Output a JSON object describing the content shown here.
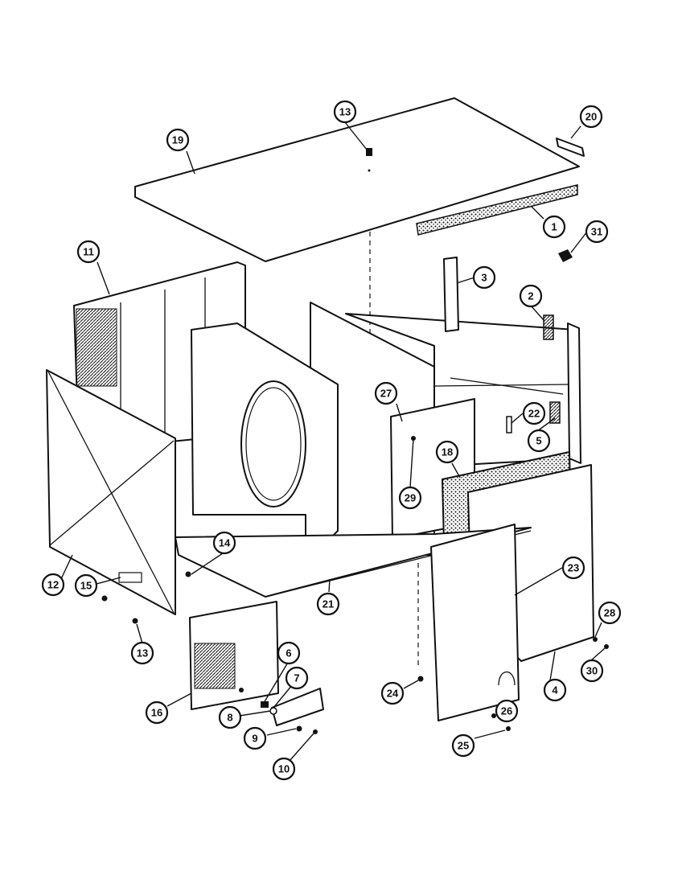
{
  "diagram": {
    "type": "exploded-parts-view",
    "callouts": [
      {
        "id": "c1",
        "label": "1"
      },
      {
        "id": "c2",
        "label": "2"
      },
      {
        "id": "c3",
        "label": "3"
      },
      {
        "id": "c4",
        "label": "4"
      },
      {
        "id": "c5",
        "label": "5"
      },
      {
        "id": "c6",
        "label": "6"
      },
      {
        "id": "c7",
        "label": "7"
      },
      {
        "id": "c8",
        "label": "8"
      },
      {
        "id": "c9",
        "label": "9"
      },
      {
        "id": "c10",
        "label": "10"
      },
      {
        "id": "c11",
        "label": "11"
      },
      {
        "id": "c12",
        "label": "12"
      },
      {
        "id": "c13a",
        "label": "13"
      },
      {
        "id": "c13b",
        "label": "13"
      },
      {
        "id": "c14",
        "label": "14"
      },
      {
        "id": "c15",
        "label": "15"
      },
      {
        "id": "c16",
        "label": "16"
      },
      {
        "id": "c18",
        "label": "18"
      },
      {
        "id": "c19",
        "label": "19"
      },
      {
        "id": "c20",
        "label": "20"
      },
      {
        "id": "c21",
        "label": "21"
      },
      {
        "id": "c22",
        "label": "22"
      },
      {
        "id": "c23",
        "label": "23"
      },
      {
        "id": "c24",
        "label": "24"
      },
      {
        "id": "c25",
        "label": "25"
      },
      {
        "id": "c26",
        "label": "26"
      },
      {
        "id": "c27",
        "label": "27"
      },
      {
        "id": "c28",
        "label": "28"
      },
      {
        "id": "c29",
        "label": "29"
      },
      {
        "id": "c30",
        "label": "30"
      },
      {
        "id": "c31",
        "label": "31"
      }
    ]
  }
}
